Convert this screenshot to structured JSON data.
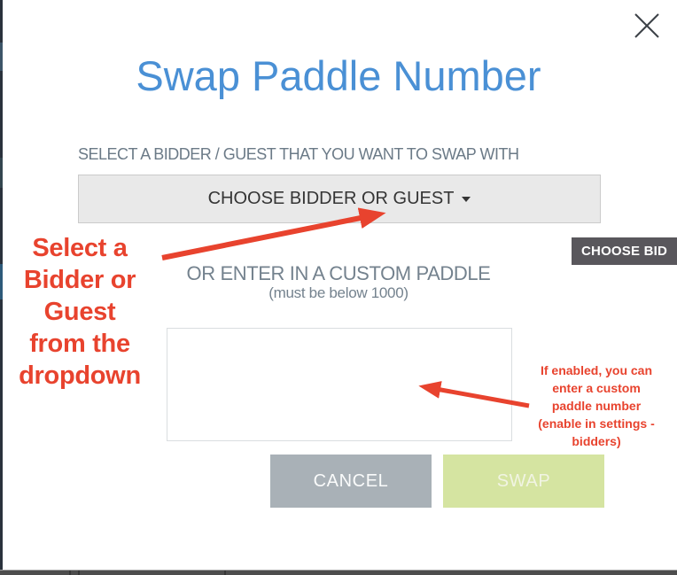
{
  "window": {
    "close_icon": "close-x"
  },
  "modal": {
    "title": "Swap Paddle Number",
    "select_label": "SELECT A BIDDER / GUEST THAT YOU WANT TO SWAP WITH",
    "dropdown": {
      "label": "CHOOSE BIDDER OR GUEST",
      "caret_icon": "chevron-down"
    },
    "tooltip": {
      "text": "CHOOSE BID"
    },
    "custom_paddle": {
      "heading": "OR ENTER IN A CUSTOM PADDLE",
      "subheading": "(must be below 1000)",
      "input_value": "",
      "input_placeholder": ""
    },
    "buttons": {
      "cancel": "CANCEL",
      "swap": "SWAP"
    }
  },
  "annotations": {
    "select_bidder": {
      "lines": [
        "Select a",
        "Bidder or",
        "Guest",
        "from the",
        "dropdown"
      ],
      "color": "#e8432e"
    },
    "custom_paddle_note": {
      "lines": [
        "If enabled, you can",
        "enter a custom",
        "paddle number",
        "(enable in settings -",
        "bidders)"
      ],
      "color": "#e8432e"
    }
  },
  "colors": {
    "title_blue": "#4a90d5",
    "label_gray": "#6b7a87",
    "annotation_red": "#e8432e",
    "cancel_gray": "#a9b1b7",
    "swap_green": "#d5e4a1",
    "tooltip_dark": "#59575c"
  }
}
